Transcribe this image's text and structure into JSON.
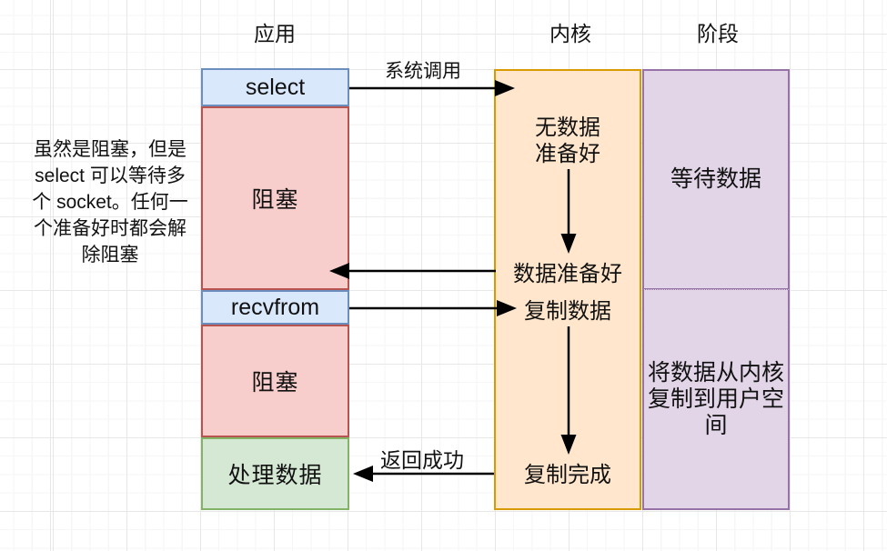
{
  "headers": {
    "app": "应用",
    "kernel": "内核",
    "stage": "阶段"
  },
  "note": "虽然是阻塞，但是\nselect 可以等待多\n个 socket。任何一\n个准备好时都会解\n除阻塞",
  "app_column": {
    "select_label": "select",
    "block1_label": "阻塞",
    "recvfrom_label": "recvfrom",
    "block2_label": "阻塞",
    "process_label": "处理数据"
  },
  "kernel_box": {
    "no_data_ready": "无数据\n准备好",
    "data_ready": "数据准备好",
    "copy_data": "复制数据",
    "copy_done": "复制完成"
  },
  "stage_column": {
    "wait_data": "等待数据",
    "copy_to_user": "将数据从内核\n复制到用户空\n间"
  },
  "arrow_labels": {
    "syscall": "系统调用",
    "return_success": "返回成功"
  },
  "colors": {
    "blue_fill": "#dae8fc",
    "blue_border": "#6c8ebf",
    "red_fill": "#f8cecc",
    "red_border": "#b85450",
    "orange_fill": "#ffe6cc",
    "orange_border": "#d79b00",
    "purple_fill": "#e1d5e7",
    "purple_border": "#9673a6",
    "green_fill": "#d5e8d4",
    "green_border": "#82b366",
    "arrow": "#000000",
    "grid_minor": "#f6f6f6",
    "grid_major": "#e7e7e7"
  }
}
